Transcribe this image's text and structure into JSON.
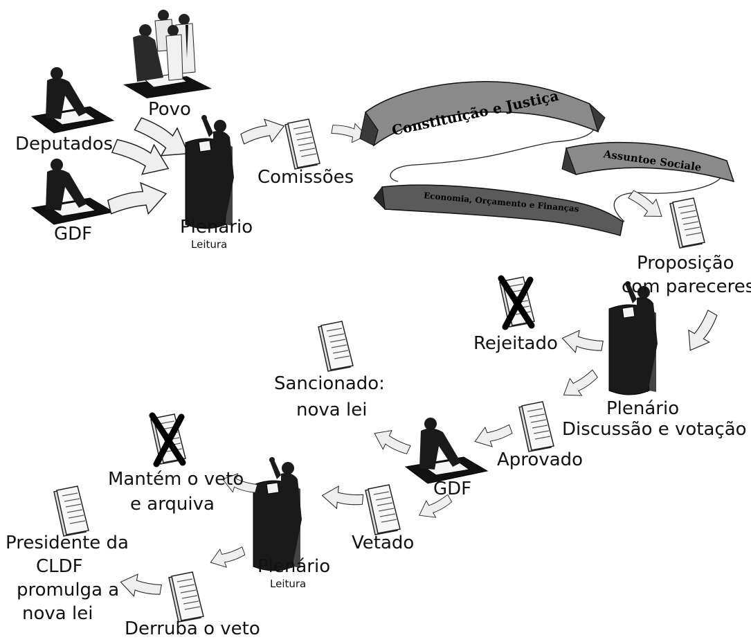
{
  "labels": {
    "povo": "Povo",
    "deputados": "Deputados",
    "gdf_top": "GDF",
    "plenario_1": "Plenário",
    "leitura_1": "Leitura",
    "comissoes": "Comissões",
    "proposicao_line1": "Proposição",
    "proposicao_line2": "com pareceres",
    "rejeitado": "Rejeitado",
    "plenario_2": "Plenário",
    "discussao": "Discussão e votação",
    "sancionado_line1": "Sancionado:",
    "sancionado_line2": "nova lei",
    "aprovado": "Aprovado",
    "gdf_mid": "GDF",
    "mantem_line1": "Mantém o veto",
    "mantem_line2": "e arquiva",
    "vetado": "Vetado",
    "plenario_3": "Plenário",
    "leitura_3": "Leitura",
    "presidente_line1": "Presidente da",
    "presidente_line2": "CLDF",
    "presidente_line3": "promulga a",
    "presidente_line4": "nova lei",
    "derruba": "Derruba o veto"
  },
  "banners": {
    "constituicao": "Constituição e Justiça",
    "assuntos": "Assuntoe Sociale",
    "economia": "Economia, Orçamento e Finanças"
  },
  "colors": {
    "banner_fill": "#8a8a8a",
    "banner_dark": "#3a3a3a",
    "arrow_fill": "#efefef",
    "figure": "#1a1a1a",
    "document": "#f7f7f7"
  }
}
